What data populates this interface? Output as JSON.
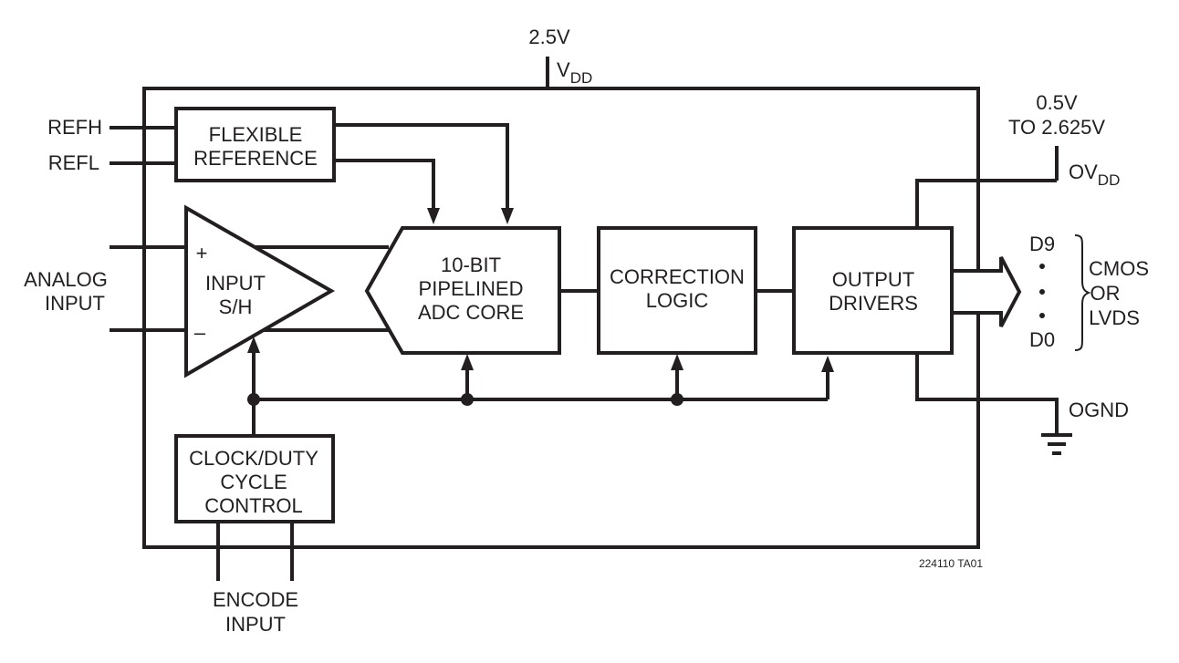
{
  "supply": {
    "vdd_voltage": "2.5V",
    "vdd_label": "V",
    "vdd_sub": "DD"
  },
  "output_supply": {
    "range_line1": "0.5V",
    "range_line2": "TO 2.625V",
    "ovdd_label": "OV",
    "ovdd_sub": "DD"
  },
  "references": {
    "refh": "REFH",
    "refl": "REFL"
  },
  "analog_input": {
    "line1": "ANALOG",
    "line2": "INPUT",
    "plus": "+",
    "minus": "–"
  },
  "blocks": {
    "flexible_reference": [
      "FLEXIBLE",
      "REFERENCE"
    ],
    "input_sh": [
      "INPUT",
      "S/H"
    ],
    "adc_core": [
      "10-BIT",
      "PIPELINED",
      "ADC CORE"
    ],
    "correction_logic": [
      "CORRECTION",
      "LOGIC"
    ],
    "output_drivers": [
      "OUTPUT",
      "DRIVERS"
    ],
    "clock_duty": [
      "CLOCK/DUTY",
      "CYCLE",
      "CONTROL"
    ]
  },
  "outputs": {
    "msb": "D9",
    "lsb": "D0",
    "format": [
      "CMOS",
      "OR",
      "LVDS"
    ]
  },
  "encode_input": [
    "ENCODE",
    "INPUT"
  ],
  "ground": "OGND",
  "figure_code": "224110 TA01"
}
